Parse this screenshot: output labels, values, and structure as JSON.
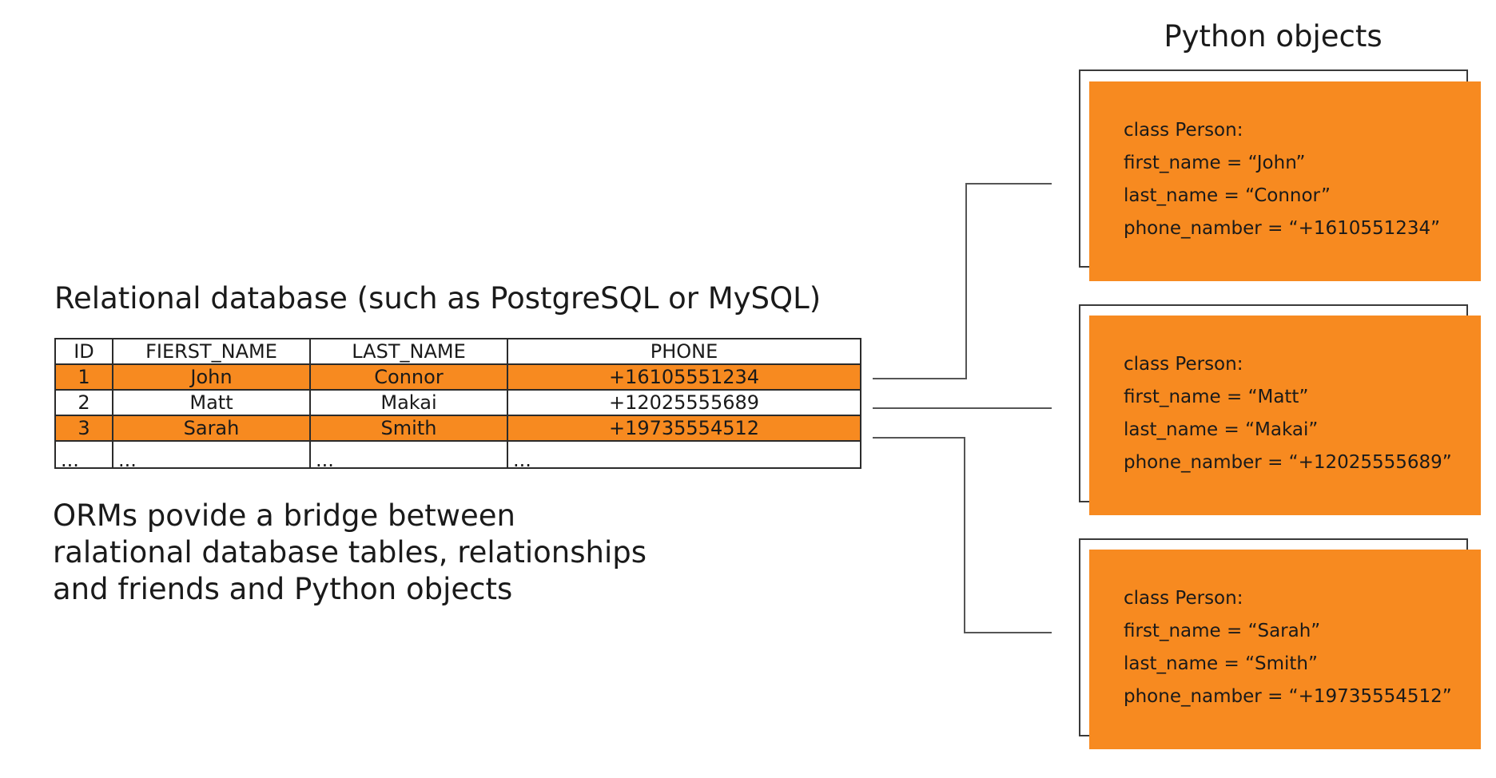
{
  "left": {
    "db_title": "Relational database (such as PostgreSQL or MySQL)",
    "description_lines": [
      "ORMs povide a bridge between",
      "ralational database tables, relationships",
      "and friends and Python objects"
    ]
  },
  "table": {
    "headers": [
      "ID",
      "FIERST_NAME",
      "LAST_NAME",
      "PHONE"
    ],
    "rows": [
      [
        "1",
        "John",
        "Connor",
        "+16105551234"
      ],
      [
        "2",
        "Matt",
        "Makai",
        "+12025555689"
      ],
      [
        "3",
        "Sarah",
        "Smith",
        "+19735554512"
      ],
      [
        "...",
        "...",
        "...",
        "..."
      ]
    ],
    "highlighted_rows": [
      0,
      2
    ]
  },
  "right": {
    "title": "Python objects",
    "objects": [
      {
        "lines": [
          "class Person:",
          "first_name = “John”",
          "last_name = “Connor”",
          "phone_namber = “+1610551234”"
        ]
      },
      {
        "lines": [
          "class Person:",
          "first_name = “Matt”",
          "last_name = “Makai”",
          "phone_namber = “+12025555689”"
        ]
      },
      {
        "lines": [
          "class Person:",
          "first_name = “Sarah”",
          "last_name = “Smith”",
          "phone_namber = “+19735554512”"
        ]
      }
    ]
  },
  "colors": {
    "accent": "#f78a20",
    "text": "#1a1a1a",
    "border": "#2b2b2b",
    "connector": "#555555"
  }
}
